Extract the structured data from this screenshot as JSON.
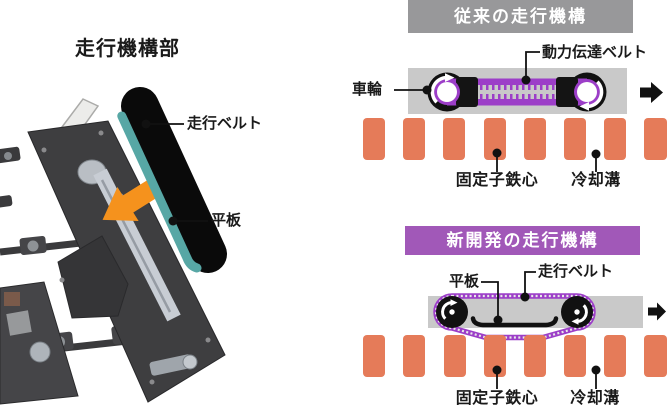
{
  "left_panel": {
    "title": "走行機構部",
    "labels": {
      "travel_belt": "走行ベルト",
      "flat_plate": "平板"
    }
  },
  "diagram_conventional": {
    "banner": "従来の走行機構",
    "labels": {
      "wheel": "車輪",
      "power_transmission_belt": "動力伝達ベルト",
      "stator_core": "固定子鉄心",
      "cooling_groove": "冷却溝"
    }
  },
  "diagram_new": {
    "banner": "新開発の走行機構",
    "labels": {
      "flat_plate": "平板",
      "travel_belt": "走行ベルト",
      "stator_core": "固定子鉄心",
      "cooling_groove": "冷却溝"
    }
  },
  "colors": {
    "banner_gray": "#98989A",
    "banner_purple": "#A158B8",
    "belt_purple": "#9C3EC8",
    "guide_bar_gray": "#C9C9C9",
    "stator_orange": "#E57B59",
    "plate_teal": "#57A7A5",
    "arrow_orange": "#F5921D",
    "machine_dark": "#3E3E40",
    "ink_black": "#111111"
  }
}
